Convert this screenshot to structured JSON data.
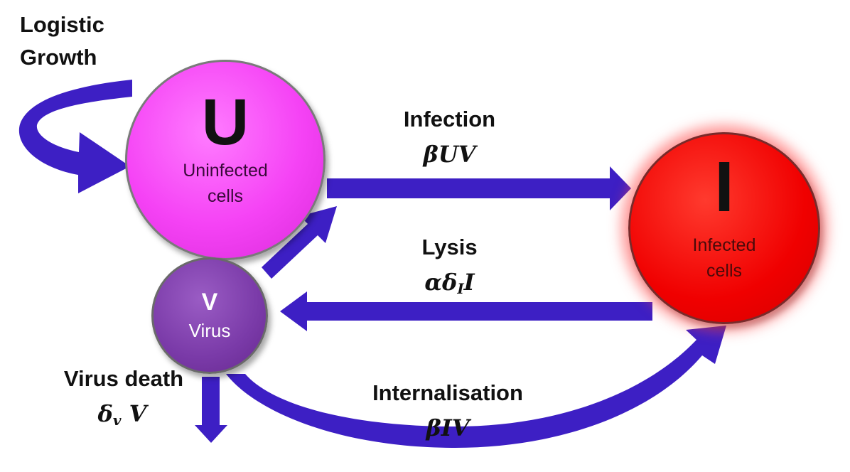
{
  "colors": {
    "arrow": "#3d1fc4",
    "uninfected": "#f542f5",
    "infected": "#f00000",
    "virus": "#7a3aa8"
  },
  "nodes": {
    "uninfected": {
      "symbol": "U",
      "label_line1": "Uninfected",
      "label_line2": "cells"
    },
    "infected": {
      "symbol": "I",
      "label_line1": "Infected",
      "label_line2": "cells"
    },
    "virus": {
      "symbol": "V",
      "label": "Virus"
    }
  },
  "processes": {
    "logistic_growth": {
      "line1": "Logistic",
      "line2": "Growth"
    },
    "infection": {
      "label": "Infection",
      "rate": "βUV"
    },
    "lysis": {
      "label": "Lysis",
      "rate_prefix": "αδ",
      "rate_subscript": "I",
      "rate_suffix": "I"
    },
    "virus_death": {
      "label": "Virus death",
      "rate_prefix": "δ",
      "rate_subscript": "v",
      "rate_suffix": " V"
    },
    "internalisation": {
      "label": "Internalisation",
      "rate": "βIV"
    }
  }
}
